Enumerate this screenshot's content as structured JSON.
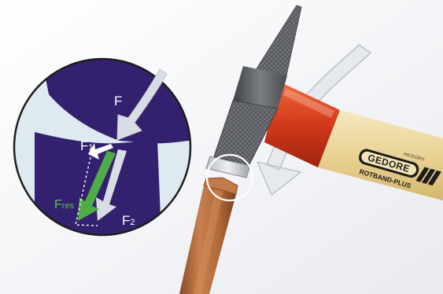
{
  "labels": {
    "force": "F",
    "f1": {
      "base": "F",
      "sub": "1"
    },
    "f2": {
      "base": "F",
      "sub": "2"
    },
    "fres": {
      "base": "F",
      "sub": "res"
    }
  },
  "handle_brand": {
    "logo": "GEDORE",
    "product": "ROTBAND-PLUS",
    "wood": "HICKORY"
  },
  "colors": {
    "background": "#f3f4f7",
    "magnifier_bg": "#dfe9f0",
    "workpiece": "#33206e",
    "arrow_light": "#d8dde4",
    "arrow_green": "#4fad48",
    "chisel": "#b46a3c",
    "handle_wood": "#ecd9a0",
    "handle_red": "#d83c1c",
    "hammer_head": "#5d5f63"
  }
}
